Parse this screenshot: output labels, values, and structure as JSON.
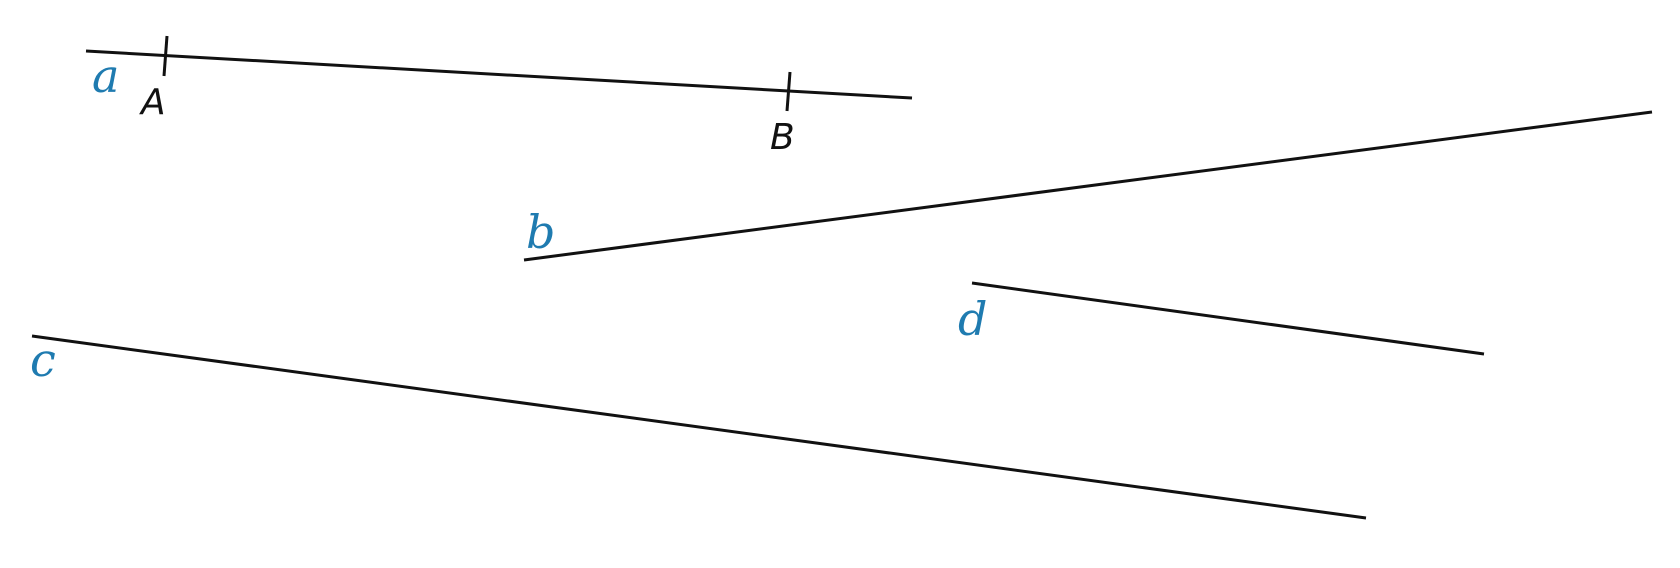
{
  "colors": {
    "line": "#111111",
    "line_label": "#1f7bb0",
    "point_label": "#111111"
  },
  "lines": [
    {
      "name": "a",
      "label": "a"
    },
    {
      "name": "b",
      "label": "b"
    },
    {
      "name": "c",
      "label": "c"
    },
    {
      "name": "d",
      "label": "d"
    }
  ],
  "points": [
    {
      "name": "A",
      "label": "A",
      "on_line": "a"
    },
    {
      "name": "B",
      "label": "B",
      "on_line": "a"
    }
  ]
}
